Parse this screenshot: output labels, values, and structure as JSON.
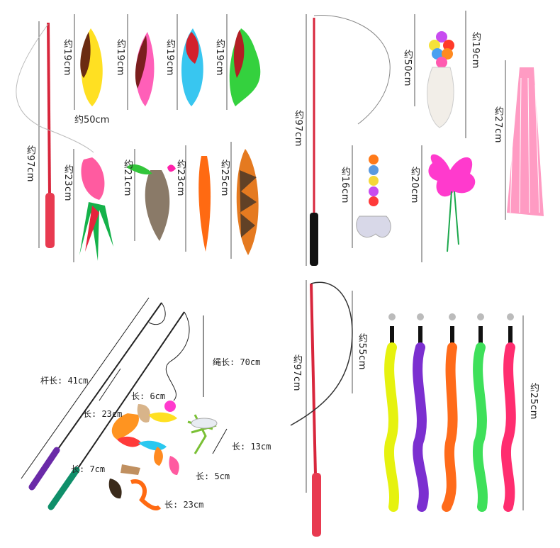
{
  "panel_top_left": {
    "wand_length": "约97cm",
    "string_length": "约50cm",
    "top_feathers": [
      "约19cm",
      "约19cm",
      "约19cm",
      "约19cm"
    ],
    "bottom_toys": [
      "约23cm",
      "约21cm",
      "约23cm",
      "约25cm"
    ]
  },
  "panel_top_right": {
    "wand_length": "约97cm",
    "string_length": "约50cm",
    "pompom_length": "约19cm",
    "tinsel_length": "约27cm",
    "caterpillar_length": "约16cm",
    "butterfly_length": "约20cm"
  },
  "panel_bottom_left": {
    "rod_length": "杆长: 41cm",
    "rope_length": "绳长: 70cm",
    "len_6": "长: 6cm",
    "len_23a": "长: 23cm",
    "len_13": "长: 13cm",
    "len_7": "长: 7cm",
    "len_5": "长: 5cm",
    "len_23b": "长: 23cm"
  },
  "panel_bottom_right": {
    "wand_length": "约97cm",
    "string_length": "约55cm",
    "worm_length": "约25cm",
    "worm_colors": [
      "#e6f20f",
      "#7b2fd0",
      "#ff6b1a",
      "#3ee05a",
      "#ff2d6f"
    ]
  },
  "colors": {
    "wand_red": "#d8263c",
    "grip_red": "#e83a50",
    "grip_black": "#111111",
    "grip_purple": "#6a2aa8",
    "grip_teal": "#0f8f6a"
  }
}
